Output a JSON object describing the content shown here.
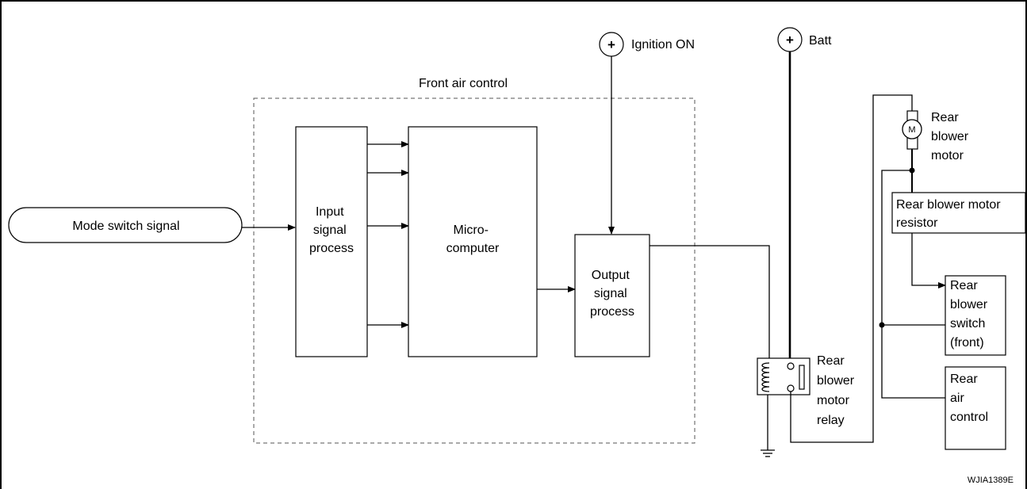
{
  "front_air_control": {
    "title": "Front air control",
    "input_block": [
      "Input",
      "signal",
      "process"
    ],
    "micro_block": [
      "Micro-",
      "computer"
    ],
    "output_block": [
      "Output",
      "signal",
      "process"
    ]
  },
  "mode_switch": {
    "label": "Mode switch signal"
  },
  "ignition": {
    "symbol": "+",
    "label": "Ignition ON"
  },
  "battery": {
    "symbol": "+",
    "label": "Batt"
  },
  "rear_blower_motor": {
    "symbol": "M",
    "label": [
      "Rear",
      "blower",
      "motor"
    ]
  },
  "rear_blower_motor_resistor": {
    "label": [
      "Rear blower motor",
      "resistor"
    ]
  },
  "rear_blower_motor_relay": {
    "label": [
      "Rear",
      "blower",
      "motor",
      "relay"
    ]
  },
  "rear_blower_switch": {
    "label": [
      "Rear",
      "blower",
      "switch",
      "(front)"
    ]
  },
  "rear_air_control": {
    "label": [
      "Rear",
      "air",
      "control"
    ]
  },
  "figure_code": "WJIA1389E"
}
